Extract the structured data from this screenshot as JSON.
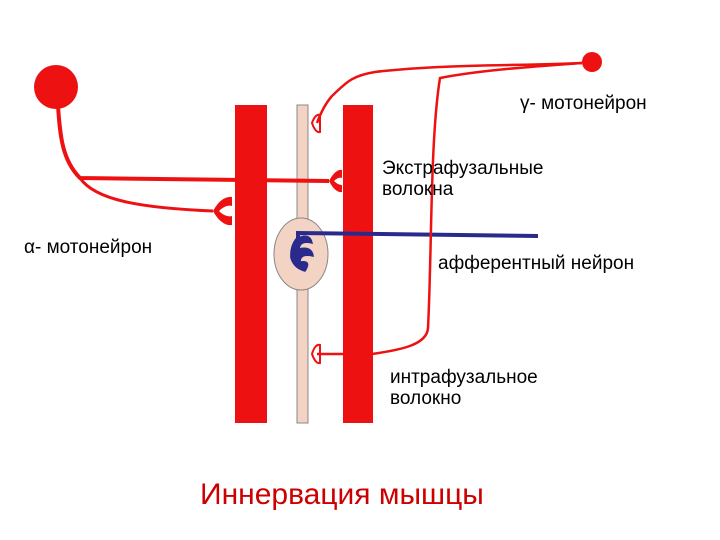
{
  "labels": {
    "gamma": "γ- мотонейрон",
    "extrafusal": [
      "Экстрафузальные",
      "волокна"
    ],
    "alpha": "α- мотонейрон",
    "afferent": "афферентный нейрон",
    "intrafusal": [
      "интрафузальное",
      "волокно"
    ]
  },
  "title": "Иннервация мышцы",
  "colors": {
    "nerve": "#ee1111",
    "afferent": "#2a2a8c",
    "spindle_fill": "#f2d3c4",
    "title": "#cc0000",
    "text": "#000000"
  }
}
